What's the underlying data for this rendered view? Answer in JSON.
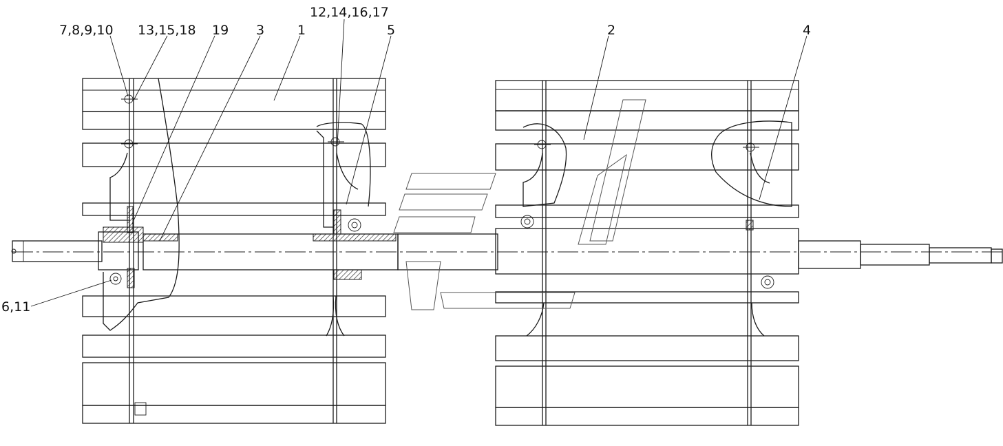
{
  "callouts": [
    {
      "id": "c-7-8-9-10",
      "text": "7,8,9,10"
    },
    {
      "id": "c-13-15-18",
      "text": "13,15,18"
    },
    {
      "id": "c-19",
      "text": "19"
    },
    {
      "id": "c-3",
      "text": "3"
    },
    {
      "id": "c-1",
      "text": "1"
    },
    {
      "id": "c-12-14-16-17",
      "text": "12,14,16,17"
    },
    {
      "id": "c-5",
      "text": "5"
    },
    {
      "id": "c-2",
      "text": "2"
    },
    {
      "id": "c-4",
      "text": "4"
    },
    {
      "id": "c-6-11",
      "text": "6,11"
    }
  ],
  "colors": {
    "line": "#1a1a1a",
    "background": "#ffffff",
    "watermark": "#555555"
  }
}
